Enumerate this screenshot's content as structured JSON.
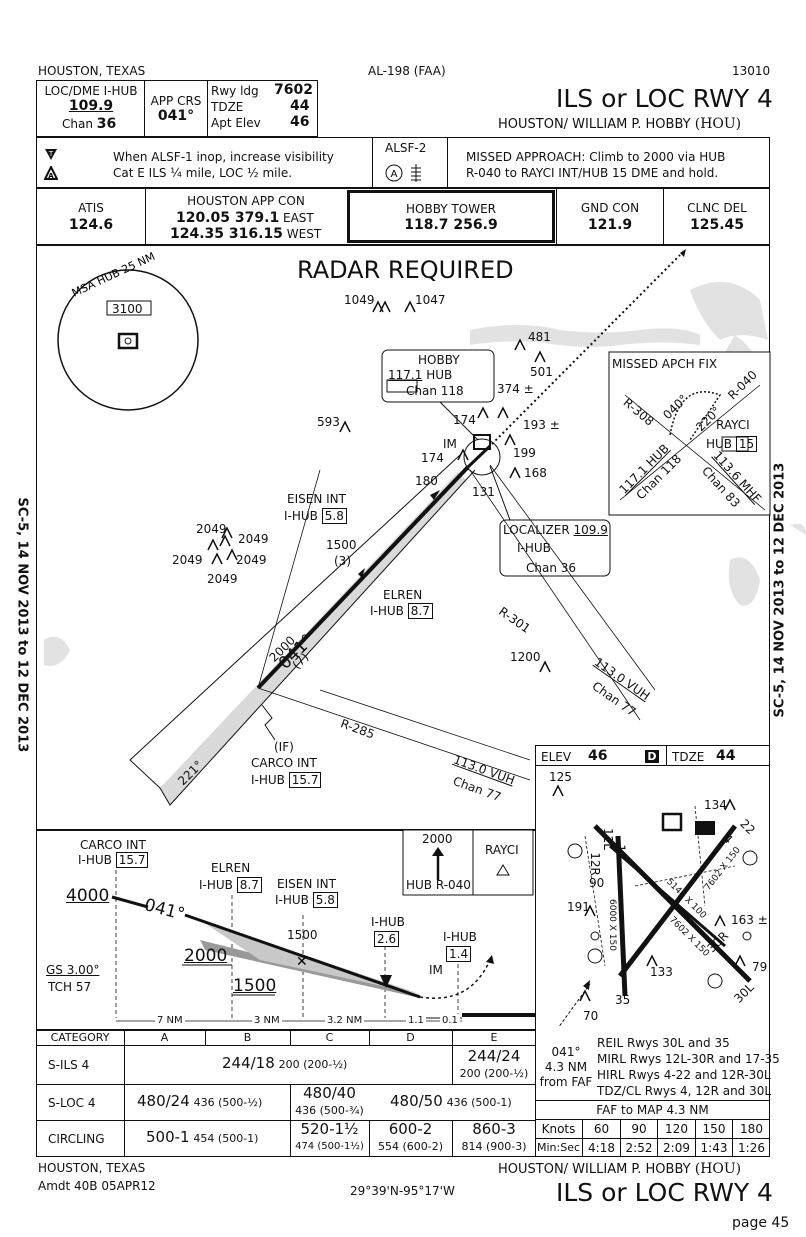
{
  "header": {
    "city": "HOUSTON, TEXAS",
    "proc_id": "AL-198 (FAA)",
    "cycle": "13010",
    "title": "ILS or LOC RWY 4",
    "airport": "HOUSTON/ WILLIAM P. HOBBY",
    "airport_id": "(HOU)"
  },
  "briefing": {
    "loc_label": "LOC/DME  I-HUB",
    "loc_freq": "109.9",
    "chan_label": "Chan",
    "chan": "36",
    "app_crs_label": "APP CRS",
    "app_crs": "041°",
    "rwy_ldg_label": "Rwy ldg",
    "rwy_ldg": "7602",
    "tdze_label": "TDZE",
    "tdze": "44",
    "apt_elev_label": "Apt Elev",
    "apt_elev": "46",
    "notes_line1": "When ALSF-1 inop, increase visibility",
    "notes_line2": "Cat E ILS ¼ mile, LOC ½ mile.",
    "alsf": "ALSF-2",
    "alsf_marker": "A",
    "missed_line1": "MISSED APPROACH: Climb to 2000 via HUB",
    "missed_line2": "R-040 to RAYCI INT/HUB 15 DME and hold."
  },
  "comms": {
    "atis_label": "ATIS",
    "atis": "124.6",
    "app_label": "HOUSTON APP CON",
    "app_line1": "120.05  379.1",
    "app_east": "EAST",
    "app_line2": "124.35  316.15",
    "app_west": "WEST",
    "tower_label": "HOBBY TOWER",
    "tower": "118.7  256.9",
    "gnd_label": "GND CON",
    "gnd": "121.9",
    "clnc_label": "CLNC DEL",
    "clnc": "125.45"
  },
  "plan": {
    "radar_required": "RADAR REQUIRED",
    "msa_label": "MSA HUB 25 NM",
    "msa_alt": "3100",
    "obstacles": [
      "1049",
      "1047",
      "481",
      "501",
      "374 ±",
      "593",
      "174",
      "193 ±",
      "174",
      "199",
      "168",
      "180",
      "131",
      "2049",
      "2049",
      "2049",
      "2049",
      "2049",
      "1200"
    ],
    "hobby_vor_name": "HOBBY",
    "hobby_vor_freq": "117.1",
    "hobby_vor_id": "HUB",
    "hobby_vor_chan": "Chan  118",
    "im": "IM",
    "eisen_name": "EISEN INT",
    "eisen_id": "I-HUB",
    "eisen_dme": "5.8",
    "step_alt": "1500",
    "step_dist": "(3)",
    "elren_name": "ELREN",
    "elren_id": "I-HUB",
    "elren_dme": "8.7",
    "loc_box_label": "LOCALIZER",
    "loc_box_freq": "109.9",
    "loc_box_id": "I-HUB",
    "loc_box_chan": "Chan  36",
    "r301": "R-301",
    "vuh1_freq": "113.0  VUH",
    "vuh1_chan": "Chan  77",
    "course_alt": "2000",
    "course": "041°",
    "course_dist": "(7)",
    "if_label": "(IF)",
    "carco_name": "CARCO INT",
    "carco_id": "I-HUB",
    "carco_dme": "15.7",
    "r285": "R-285",
    "vuh2_freq": "113.0  VUH",
    "vuh2_chan": "Chan  77",
    "hold_crs": "221°",
    "map_fix_title": "MISSED APCH FIX",
    "map_r308": "R-308",
    "map_040": "040°",
    "map_220": "220°",
    "map_r040": "R-040",
    "map_rayci": "RAYCI",
    "map_hub": "HUB",
    "map_dme": "15",
    "map_vor1": "117.1 HUB",
    "map_vor1_chan": "Chan 118",
    "map_vor2": "113.6 MHF",
    "map_vor2_chan": "Chan 83"
  },
  "airport_diagram": {
    "elev_label": "ELEV",
    "elev": "46",
    "d_badge": "D",
    "tdze_label": "TDZE",
    "tdze": "44",
    "obstacles": [
      "125",
      "134",
      "163 ±",
      "191",
      "133",
      "79",
      "70"
    ],
    "runways": [
      "12L",
      "12R",
      "17",
      "22",
      "4",
      "30R",
      "30L",
      "35"
    ],
    "rwy_dims": [
      "7602 X 150",
      "5148 X 100",
      "7602 X 150",
      "6000 X 150"
    ],
    "rwy_90": "90",
    "approach_crs": "041°",
    "fafmap_dist": "4.3 NM",
    "from_faf": "from FAF",
    "lighting": [
      "REIL Rwys 30L and 35",
      "MIRL Rwys 12L-30R and 17-35",
      "HIRL Rwys 4-22 and 12R-30L",
      "TDZ/CL Rwys 4, 12R and 30L"
    ]
  },
  "profile": {
    "carco": "CARCO INT",
    "carco_id": "I-HUB",
    "carco_dme": "15.7",
    "elren": "ELREN",
    "elren_id": "I-HUB",
    "elren_dme": "8.7",
    "eisen": "EISEN  INT",
    "eisen_id": "I-HUB",
    "eisen_dme": "5.8",
    "alt_4000": "4000",
    "crs": "041°",
    "alt_2000": "2000",
    "alt_1500": "1500",
    "alt_1500b": "1500",
    "gs": "GS 3.00°",
    "tch": "TCH 57",
    "ihub1": "I-HUB",
    "ihub1_dme": "2.6",
    "ihub2": "I-HUB",
    "ihub2_dme": "1.4",
    "im": "IM",
    "ma_alt": "2000",
    "ma_radial": "HUB R-040",
    "rayci": "RAYCI",
    "segs": [
      "7 NM",
      "3 NM",
      "3.2 NM",
      "1.1",
      "0.1"
    ]
  },
  "minimums": {
    "headers": [
      "CATEGORY",
      "A",
      "B",
      "C",
      "D",
      "E"
    ],
    "s_ils_label": "S-ILS  4",
    "s_ils_abcd": "244/18",
    "s_ils_abcd_sub": "200 (200-½)",
    "s_ils_e": "244/24",
    "s_ils_e_sub": "200 (200-½)",
    "s_loc_label": "S-LOC  4",
    "s_loc_ab": "480/24",
    "s_loc_ab_sub": "436 (500-½)",
    "s_loc_c": "480/40",
    "s_loc_c_sub": "436 (500-¾)",
    "s_loc_de": "480/50",
    "s_loc_de_sub": "436 (500-1)",
    "circ_label": "CIRCLING",
    "circ_ab": "500-1",
    "circ_ab_sub": "454 (500-1)",
    "circ_c": "520-1½",
    "circ_c_sub": "474 (500-1½)",
    "circ_d": "600-2",
    "circ_d_sub": "554 (600-2)",
    "circ_e": "860-3",
    "circ_e_sub": "814 (900-3)"
  },
  "timing": {
    "title": "FAF to MAP  4.3 NM",
    "knots_label": "Knots",
    "knots": [
      "60",
      "90",
      "120",
      "150",
      "180"
    ],
    "minsec_label": "Min:Sec",
    "times": [
      "4:18",
      "2:52",
      "2:09",
      "1:43",
      "1:26"
    ]
  },
  "footer": {
    "city": "HOUSTON, TEXAS",
    "amdt": "Amdt 40B  05APR12",
    "coords": "29°39'N-95°17'W",
    "airport": "HOUSTON/ WILLIAM P. HOBBY",
    "airport_id": "(HOU)",
    "title": "ILS or LOC RWY 4",
    "page": "page 45",
    "side_note": "SC-5, 14 NOV 2013 to 12 DEC 2013"
  }
}
